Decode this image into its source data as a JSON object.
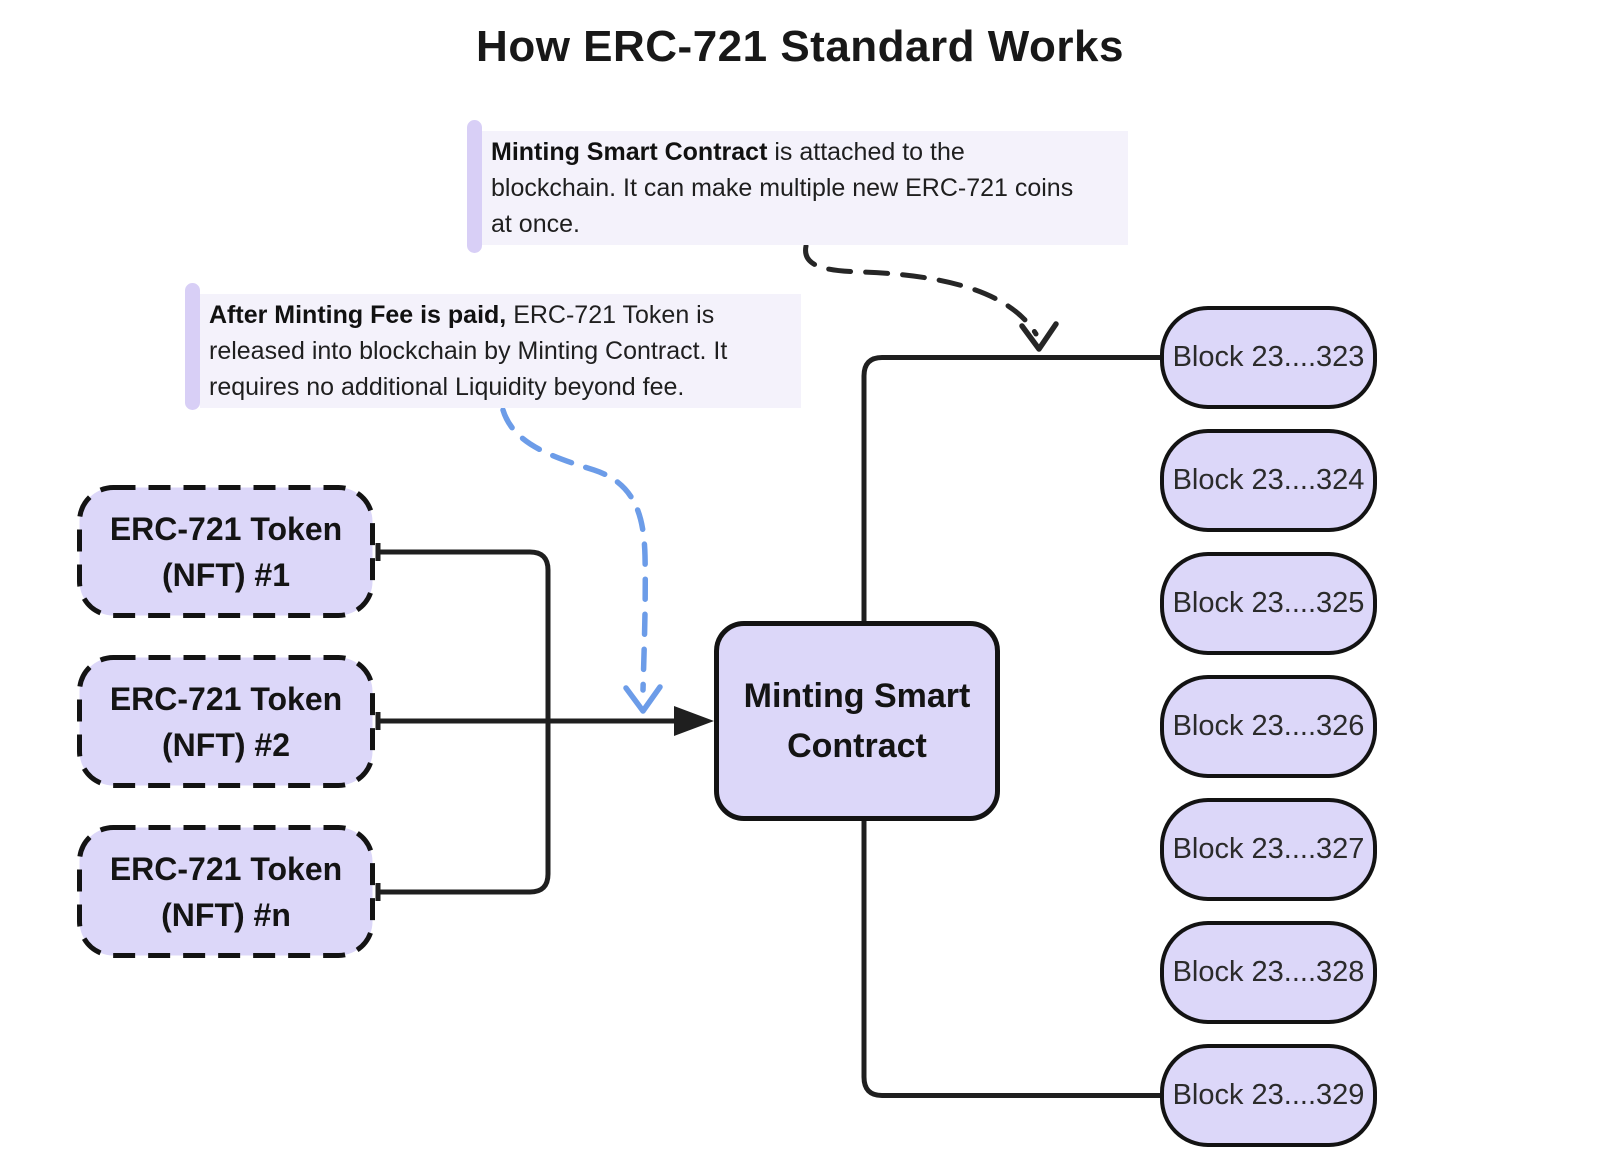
{
  "title": "How ERC-721 Standard Works",
  "colors": {
    "lavender": "#dcd7f9",
    "note_bg": "#f4f2fb",
    "note_bar": "#d8cff6",
    "line": "#1f1f1f",
    "blue": "#6c9ce8",
    "text": "#1a1a1a"
  },
  "notes": [
    {
      "line1_bold": "Minting Smart Contract",
      "line1_rest": " is attached to the",
      "line2": "blockchain. It can make multiple new ERC-721 coins",
      "line3": "at once."
    },
    {
      "line1_bold": "After Minting Fee is paid,",
      "line1_rest": " ERC-721 Token is",
      "line2": "released into blockchain by Minting Contract. It",
      "line3": "requires no additional Liquidity beyond fee."
    }
  ],
  "tokens": [
    {
      "line1": "ERC-721 Token",
      "line2": "(NFT) #1"
    },
    {
      "line1": "ERC-721 Token",
      "line2": "(NFT) #2"
    },
    {
      "line1": "ERC-721 Token",
      "line2": "(NFT) #n"
    }
  ],
  "minting_contract": {
    "line1": "Minting Smart",
    "line2": "Contract"
  },
  "blocks": [
    "Block 23....323",
    "Block 23....324",
    "Block 23....325",
    "Block 23....326",
    "Block 23....327",
    "Block 23....328",
    "Block 23....329"
  ]
}
